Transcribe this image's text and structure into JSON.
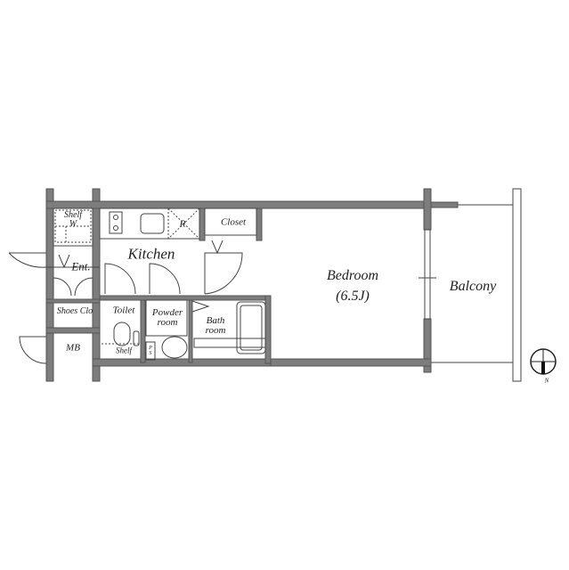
{
  "plan": {
    "rooms": [
      {
        "id": "shelf-w",
        "label": "Shelf\nW"
      },
      {
        "id": "kitchen",
        "label": "Kitchen"
      },
      {
        "id": "refrigerator",
        "label": "R"
      },
      {
        "id": "closet",
        "label": "Closet"
      },
      {
        "id": "entrance",
        "label": "Ent."
      },
      {
        "id": "shoes-closet",
        "label": "Shoes Clo"
      },
      {
        "id": "toilet",
        "label": "Toilet"
      },
      {
        "id": "toilet-shelf",
        "label": "Shelf"
      },
      {
        "id": "powder-room",
        "label": "Powder\nroom"
      },
      {
        "id": "pipe-space",
        "label": "P\nS"
      },
      {
        "id": "bath-room",
        "label": "Bath\nroom"
      },
      {
        "id": "mb",
        "label": "MB"
      },
      {
        "id": "bedroom",
        "label": "Bedroom",
        "size": "(6.5J)"
      },
      {
        "id": "balcony",
        "label": "Balcony"
      }
    ],
    "compass": {
      "label": "N"
    },
    "colors": {
      "wall": "#7a7a7a",
      "wall_edge": "#555555",
      "line": "#444444"
    }
  }
}
